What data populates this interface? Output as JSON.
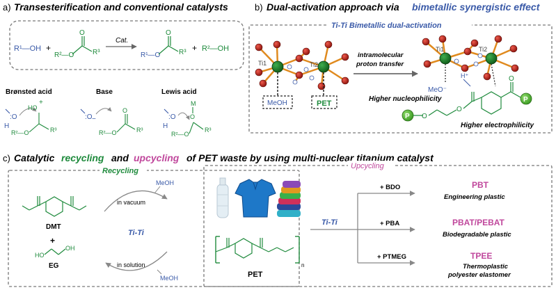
{
  "panel_a": {
    "heading_prefix": "a)",
    "heading": "Transesterification and conventional catalysts",
    "reaction": {
      "r1_oh": "R¹—OH",
      "plus1": "+",
      "ester_r2o": "R²—O",
      "ester_r3": "R³",
      "o_label": "O",
      "catalyst": "Cat.",
      "product_r1o": "R¹—O",
      "product_r3": "R³",
      "plus2": "+",
      "r2_oh": "R²—OH"
    },
    "catalysts": [
      {
        "name": "Brønsted acid"
      },
      {
        "name": "Base"
      },
      {
        "name": "Lewis acid"
      }
    ],
    "chem": {
      "ho": "HO",
      "plus": "+",
      "h": "H",
      "o": "O",
      "r2o": "R²—O",
      "r3": "R³",
      "minus": "−",
      "m": "M",
      "colon_o": ":O"
    }
  },
  "panel_b": {
    "heading_prefix": "b)",
    "heading_main": "Dual-activation approach via",
    "heading_highlight": "bimetallic synergistic effect",
    "box_title": "Ti-Ti Bimetallic dual-activation",
    "ti1": "Ti1",
    "ti2": "Ti2",
    "meoh": "MeOH",
    "pet": "PET",
    "arrow_label_line1": "intramolecular",
    "arrow_label_line2": "proton transfer",
    "meo_minus": "MeO⁻",
    "h_plus": "H⁺",
    "higher_nucleophilicity": "Higher nucleophilicity",
    "higher_electrophilicity": "Higher electrophilicity",
    "p_label": "P"
  },
  "panel_c": {
    "heading_prefix": "c)",
    "heading_part1": "Catalytic",
    "heading_recycling": "recycling",
    "heading_part2": "and",
    "heading_upcycling": "upcycling",
    "heading_part3": "of PET waste by using multi-nuclear titanium catalyst",
    "recycling_label": "Recycling",
    "upcycling_label": "Upcycling",
    "dmt": "DMT",
    "eg": "EG",
    "plus": "+",
    "ho": "HO",
    "oh": "OH",
    "in_vacuum": "in vacuum",
    "in_solution": "in solution",
    "meoh_top": "MeOH",
    "meoh_bottom": "MeOH",
    "catalyst": "Ti-Ti",
    "catalyst_arrow": "Ti-Ti",
    "pet": "PET",
    "subscript_n": "n",
    "routes": [
      {
        "reagent": "+ BDO",
        "product": "PBT",
        "desc": "Engineering plastic"
      },
      {
        "reagent": "+ PBA",
        "product": "PBAT/PEBAT",
        "desc": "Biodegradable plastic"
      },
      {
        "reagent": "+ PTMEG",
        "product": "TPEE",
        "desc_line1": "Thermoplastic",
        "desc_line2": "polyester elastomer"
      }
    ]
  },
  "colors": {
    "green": "#1e8a3c",
    "blue": "#3a5aa8",
    "magenta": "#c0479c",
    "ti_green": "#1f7a2a",
    "o_red": "#c8231b",
    "bond_orange": "#e08a1e"
  }
}
